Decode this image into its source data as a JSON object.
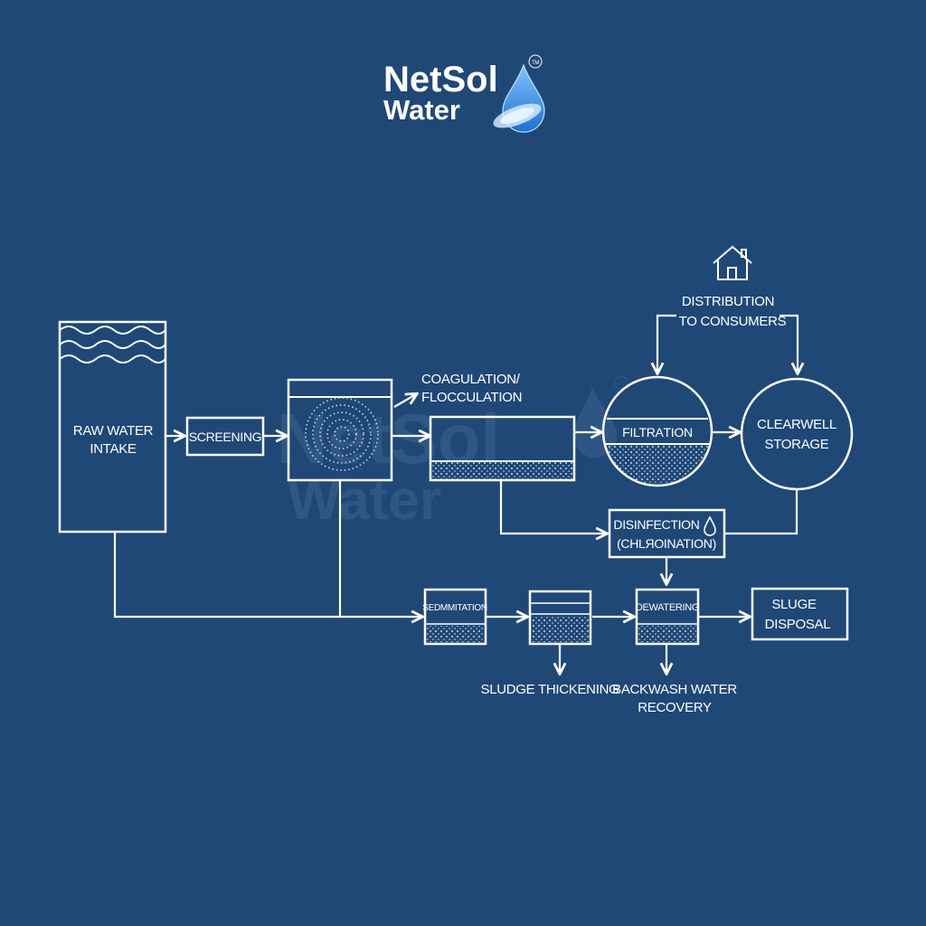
{
  "logo": {
    "line1": "NetSol",
    "line2": "Water",
    "tm": "TM"
  },
  "watermark": {
    "line1": "NetSol",
    "line2": "Water"
  },
  "labels": {
    "raw_intake_1": "RAW WATER",
    "raw_intake_2": "INTAKE",
    "screening": "SCREENING",
    "coag_1": "COAGULATION/",
    "coag_2": "FLOCCULATION",
    "filtration": "FILTRAТION",
    "clearwell_1": "CLEARWELL",
    "clearwell_2": "STORAGE",
    "distribution_1": "DISTRIBUTION",
    "distribution_2": "TO CONSUMERS",
    "disinfection_1": "DISINFECTION",
    "disinfection_2": "(CHLЯOINATION)",
    "sedimentation": "SEDMMITATION",
    "dewatering": "DEWATERING",
    "sludge_disposal_1": "SLUGE",
    "sludge_disposal_2": "DISPOSAL",
    "sludge_thickening": "SLUDGE THICKENING",
    "backwash_1": "BACKWASH WATER",
    "backwash_2": "RECOVERY"
  },
  "colors": {
    "background": "#1f4877",
    "line": "#ffffff",
    "accent_drop": "#3f8fe0"
  },
  "icons": [
    "house-icon",
    "water-drop-icon",
    "swirl-icon"
  ]
}
